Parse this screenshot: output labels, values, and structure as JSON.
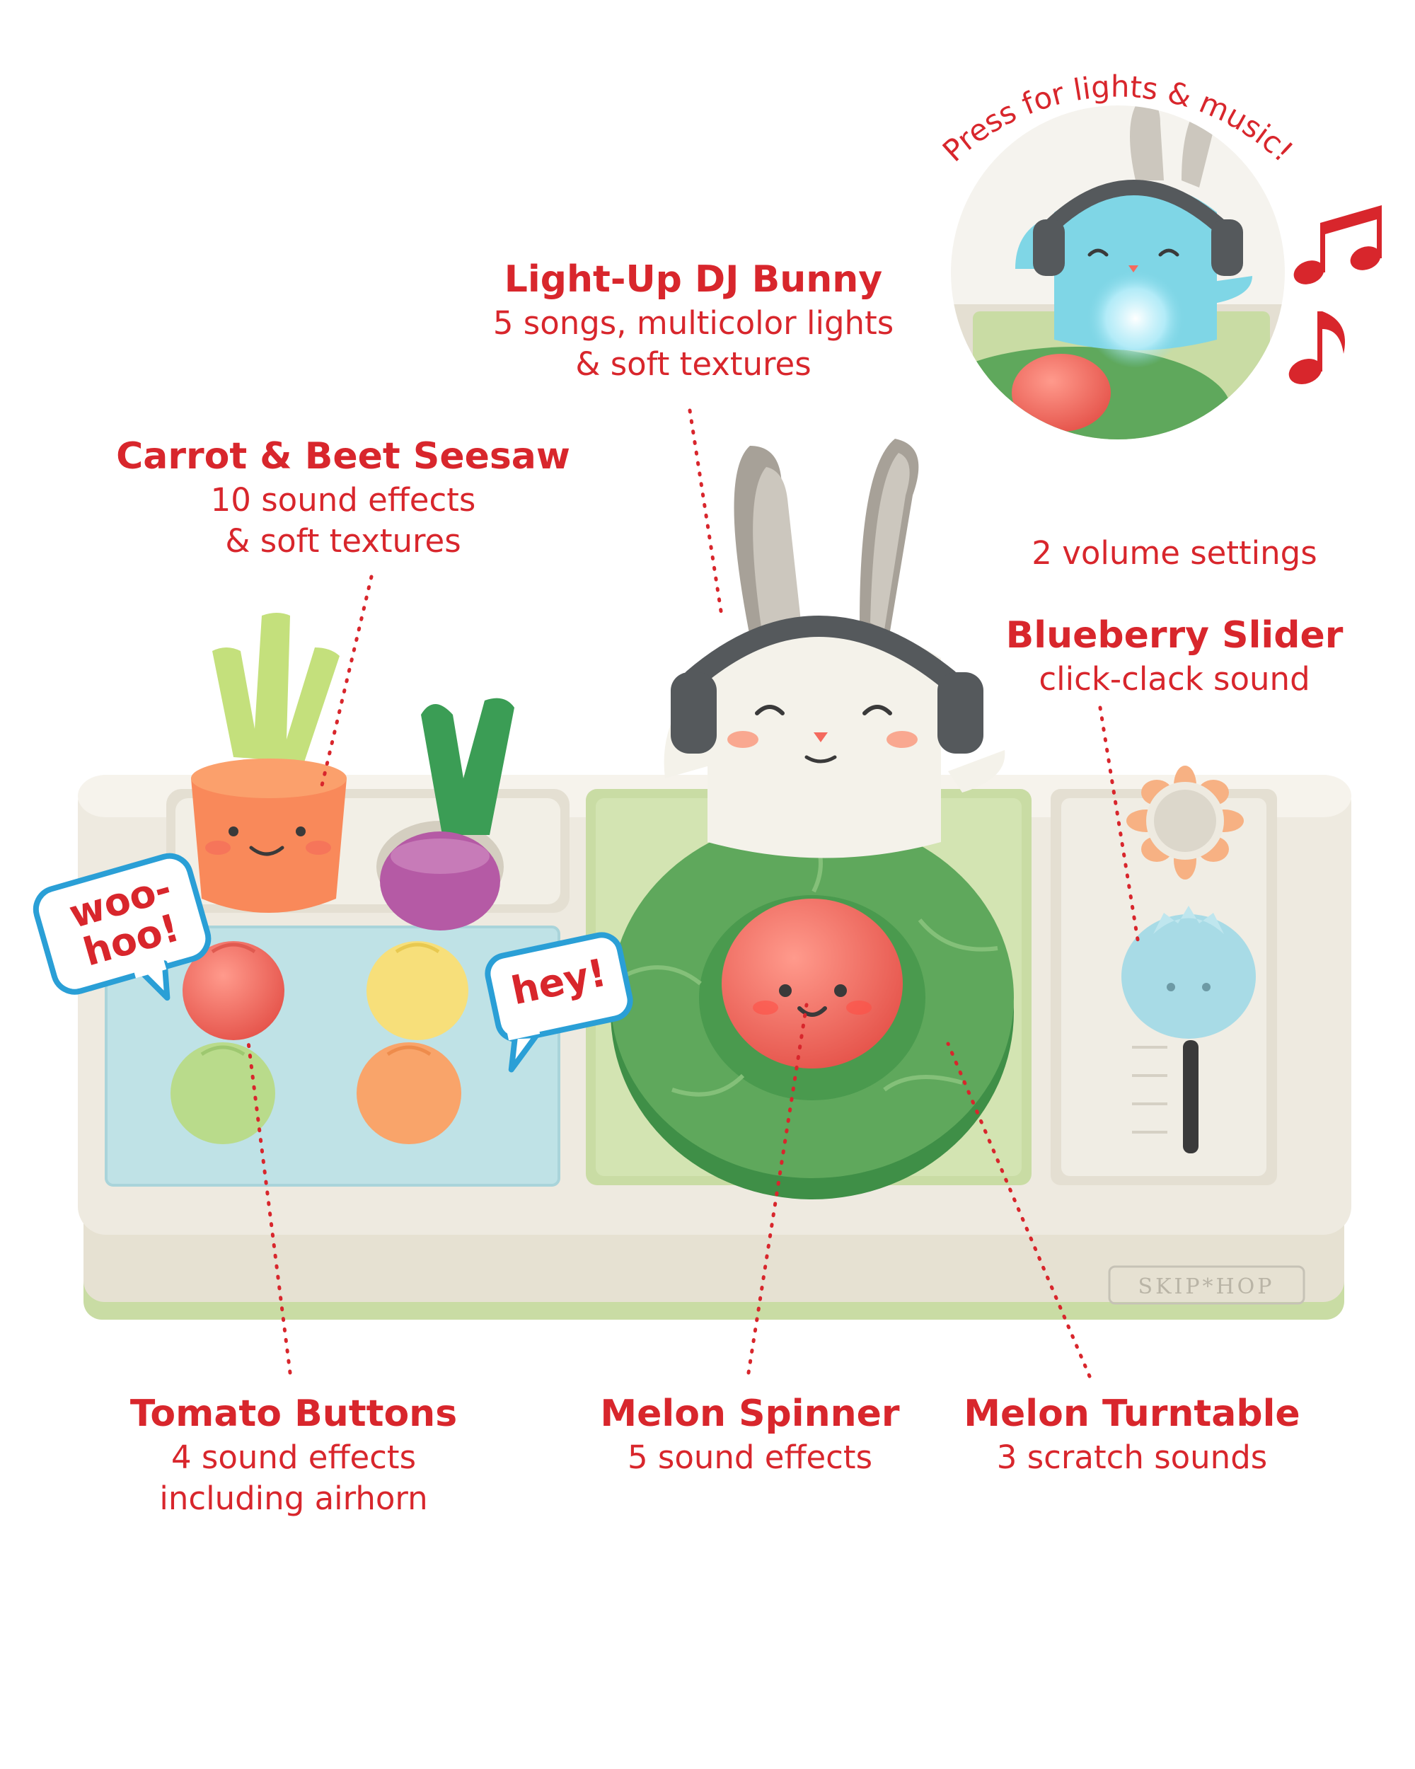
{
  "colors": {
    "label_red": "#d8262c",
    "base_cream": "#eeeae0",
    "base_green": "#c9dca4",
    "turntable_green": "#5fa85c",
    "pad_blue": "#bfe2e6",
    "tomato_red": "#ef6e62",
    "bunny_white": "#f4f2ea",
    "headphone_gray": "#55595c"
  },
  "callouts": {
    "dj_bunny": {
      "title": "Light-Up DJ Bunny",
      "line1": "5 songs, multicolor lights",
      "line2": "& soft textures"
    },
    "seesaw": {
      "title": "Carrot & Beet Seesaw",
      "line1": "10 sound effects",
      "line2": "& soft textures"
    },
    "volume": {
      "text": "2 volume settings"
    },
    "slider": {
      "title": "Blueberry Slider",
      "line1": "click-clack sound"
    },
    "tomato": {
      "title": "Tomato Buttons",
      "line1": "4 sound effects",
      "line2": "including airhorn"
    },
    "spinner": {
      "title": "Melon Spinner",
      "line1": "5 sound effects"
    },
    "turntable": {
      "title": "Melon Turntable",
      "line1": "3 scratch sounds"
    }
  },
  "inset": {
    "caption": "Press for lights & music!",
    "note_icon": "music-notes-icon"
  },
  "bubbles": {
    "woohoo_line1": "woo-",
    "woohoo_line2": "hoo!",
    "hey": "hey!"
  },
  "brand": {
    "logo_text": "SKIP*HOP"
  }
}
